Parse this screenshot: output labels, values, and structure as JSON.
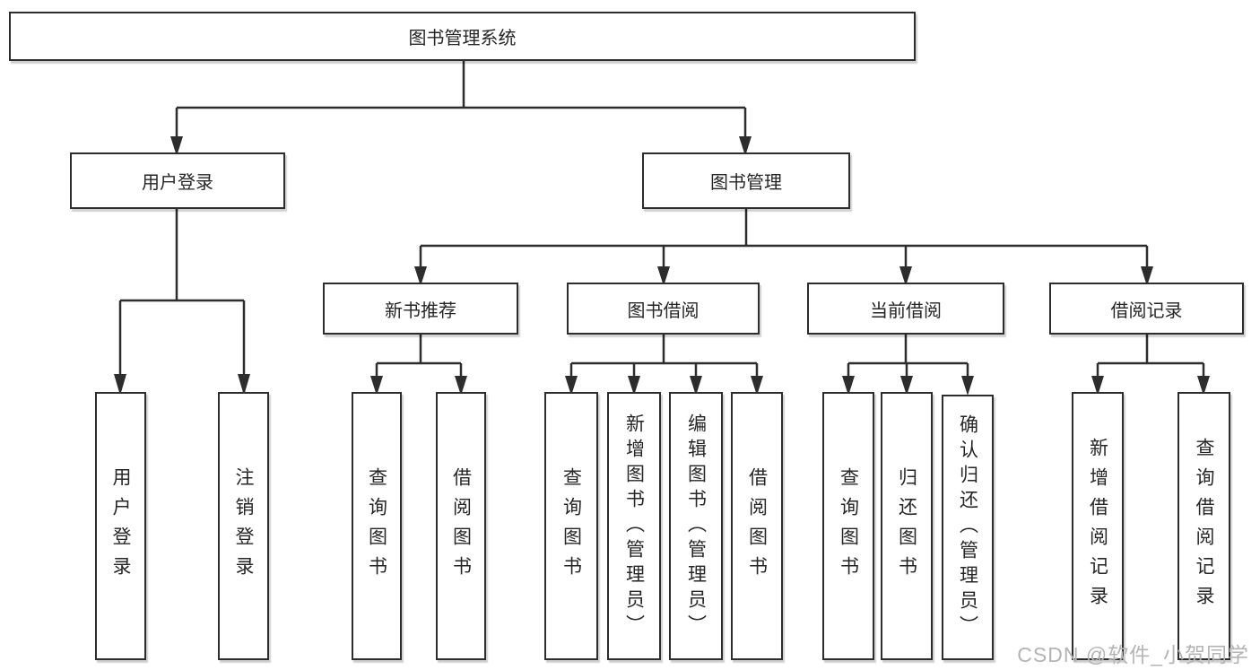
{
  "page": {
    "background": "#ffffff"
  },
  "colors": {
    "line": "#2d2d2d",
    "box_border": "#2d2d2d",
    "box_fill": "#ffffff",
    "text": "#262626",
    "watermark": "#b4b4b6"
  },
  "watermark": "CSDN @软件_小贺同学",
  "nodes": {
    "root": {
      "label": "图书管理系统"
    },
    "user_login": {
      "label": "用户登录"
    },
    "book_mgmt": {
      "label": "图书管理"
    },
    "new_book_rec": {
      "label": "新书推荐"
    },
    "book_borrow": {
      "label": "图书借阅"
    },
    "current_borrow": {
      "label": "当前借阅"
    },
    "borrow_records": {
      "label": "借阅记录"
    },
    "leaf_user_login": {
      "label": "用户登录"
    },
    "leaf_logout": {
      "label": "注销登录"
    },
    "leaf_query_book_a": {
      "label": "查询图书"
    },
    "leaf_borrow_book_a": {
      "label": "借阅图书"
    },
    "leaf_query_book_b": {
      "label": "查询图书"
    },
    "leaf_add_book": {
      "label": "新增图书（管理员）"
    },
    "leaf_edit_book": {
      "label": "编辑图书（管理员）"
    },
    "leaf_borrow_book_b": {
      "label": "借阅图书"
    },
    "leaf_query_book_c": {
      "label": "查询图书"
    },
    "leaf_return_book": {
      "label": "归还图书"
    },
    "leaf_confirm_return": {
      "label": "确认归还（管理员）"
    },
    "leaf_add_record": {
      "label": "新增借阅记录"
    },
    "leaf_query_record": {
      "label": "查询借阅记录"
    }
  },
  "hierarchy": {
    "label": "图书管理系统",
    "children": [
      {
        "label": "用户登录",
        "children": [
          {
            "label": "用户登录"
          },
          {
            "label": "注销登录"
          }
        ]
      },
      {
        "label": "图书管理",
        "children": [
          {
            "label": "新书推荐",
            "children": [
              {
                "label": "查询图书"
              },
              {
                "label": "借阅图书"
              }
            ]
          },
          {
            "label": "图书借阅",
            "children": [
              {
                "label": "查询图书"
              },
              {
                "label": "新增图书（管理员）"
              },
              {
                "label": "编辑图书（管理员）"
              },
              {
                "label": "借阅图书"
              }
            ]
          },
          {
            "label": "当前借阅",
            "children": [
              {
                "label": "查询图书"
              },
              {
                "label": "归还图书"
              },
              {
                "label": "确认归还（管理员）"
              }
            ]
          },
          {
            "label": "借阅记录",
            "children": [
              {
                "label": "新增借阅记录"
              },
              {
                "label": "查询借阅记录"
              }
            ]
          }
        ]
      }
    ]
  }
}
